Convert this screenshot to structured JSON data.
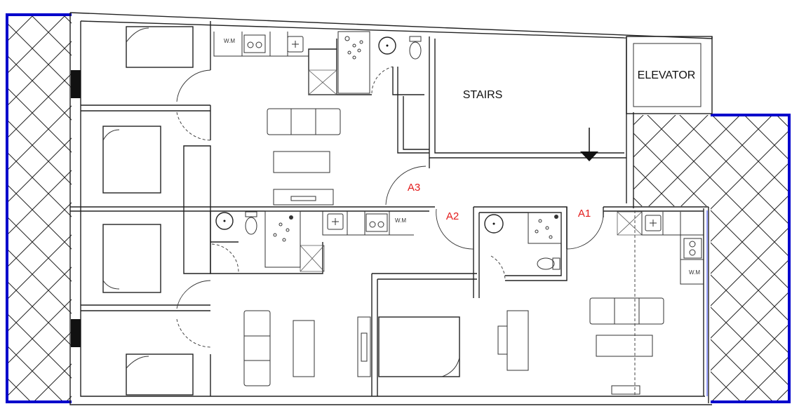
{
  "plan": {
    "rooms": {
      "stairs": "STAIRS",
      "elevator": "ELEVATOR"
    },
    "doors": {
      "a1": "A1",
      "a2": "A2",
      "a3": "A3"
    },
    "appliances": {
      "washing_machine_top": "W.M",
      "washing_machine_middle": "W.M",
      "washing_machine_right": "W.M"
    },
    "colors": {
      "balcony_border": "#0000cc",
      "door_label": "#e31b1b",
      "glazing": "#3344ff"
    }
  }
}
